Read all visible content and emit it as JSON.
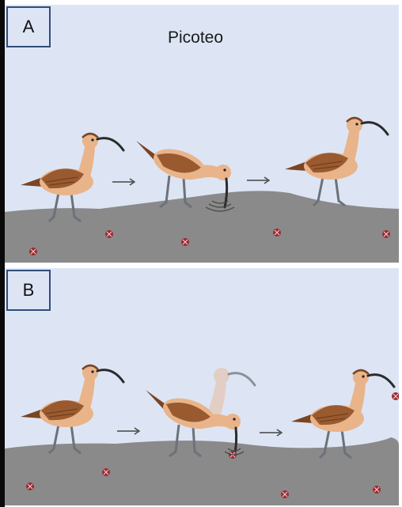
{
  "title": "Picoteo",
  "panels": [
    {
      "label": "A",
      "birds": 3,
      "worms": 5
    },
    {
      "label": "B",
      "birds": 3,
      "worms": 6
    }
  ],
  "colors": {
    "sky": "#dde5f5",
    "ground": "#8a8a8a",
    "body": "#e9b48a",
    "wing": "#9a5a30",
    "legs": "#6b7279",
    "beak": "#2b2b2b",
    "worm": "#9c2a32"
  },
  "icons": [
    "curlew-bird",
    "arrow-right",
    "worm-prey",
    "sound-ripple"
  ]
}
